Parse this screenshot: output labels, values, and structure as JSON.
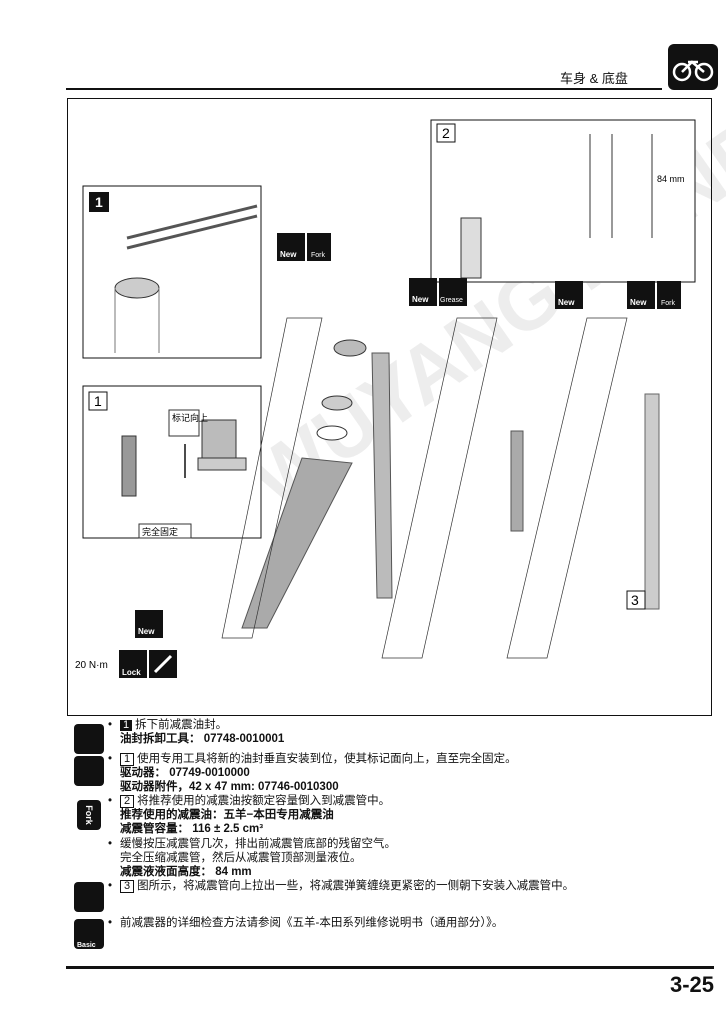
{
  "header": {
    "section": "车身 & 底盘",
    "icon": "motorcycle-icon"
  },
  "watermark": "WUYANG HONDA",
  "diagram": {
    "callouts": [
      "1",
      "1",
      "2",
      "3"
    ],
    "inset1_labels": {
      "mark_up": "标记向上",
      "fully_seated": "完全固定"
    },
    "dimension": "84 mm",
    "torque": "20 N·m",
    "icon_labels": {
      "new": "New",
      "fork": "Fork",
      "grease": "Grease",
      "lock": "Lock"
    }
  },
  "steps": [
    {
      "icon": "remove-icon",
      "num": "1",
      "text": "拆下前减震油封。",
      "lines": [
        {
          "label": "油封拆卸工具：",
          "value": "07748-0010001"
        }
      ]
    },
    {
      "icon": "install-icon",
      "num": "1",
      "text": "使用专用工具将新的油封垂直安装到位，使其标记面向上，直至完全固定。",
      "lines": [
        {
          "label": "驱动器：",
          "value": "07749-0010000"
        },
        {
          "label": "驱动器附件，",
          "value": "42 x 47 mm: 07746-0010300"
        }
      ]
    },
    {
      "icon": "fork-oil-icon",
      "icon_label": "Fork",
      "num": "2",
      "text": "将推荐使用的减震油按额定容量倒入到减震管中。",
      "lines": [
        {
          "label": "推荐使用的减震油：",
          "value": "五羊−本田专用减震油"
        },
        {
          "label": "减震管容量：",
          "value": "116 ± 2.5 cm³"
        }
      ]
    },
    {
      "text": "缓慢按压减震管几次，排出前减震管底部的残留空气。",
      "lines2": [
        "完全压缩减震管，然后从减震管顶部测量液位。"
      ],
      "lines": [
        {
          "label": "减震液液面高度：",
          "value": "84 mm"
        }
      ]
    },
    {
      "icon": "install-icon",
      "num": "3",
      "text": "图所示，将减震管向上拉出一些，将减震弹簧缠绕更紧密的一侧朝下安装入减震管中。"
    },
    {
      "icon": "basic-book-icon",
      "icon_label": "Basic",
      "text": "前减震器的详细检查方法请参阅《五羊-本田系列维修说明书（通用部分）》。"
    }
  ],
  "page_number": "3-25"
}
